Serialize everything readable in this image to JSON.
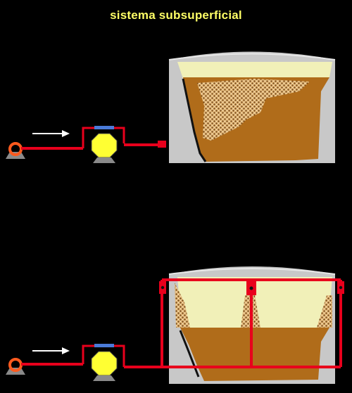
{
  "title": "sistema subsuperficial",
  "colors": {
    "background": "#000000",
    "title": "#ffff66",
    "pipe": "#e8001c",
    "pump_body": "#ffff33",
    "pump_cap": "#4a7bd9",
    "tank_wall": "#c8c8c8",
    "soil": "#b06c1a",
    "gravel": "#e2b87a",
    "water": "#f1f0b8",
    "inlet_ring": "#ff5a1e",
    "base": "#8a8a8a"
  },
  "diagrams": [
    {
      "name": "top-system",
      "flow_arrow_icon": "white-arrow-right"
    },
    {
      "name": "bottom-system",
      "flow_arrow_icon": "white-arrow-right"
    }
  ]
}
